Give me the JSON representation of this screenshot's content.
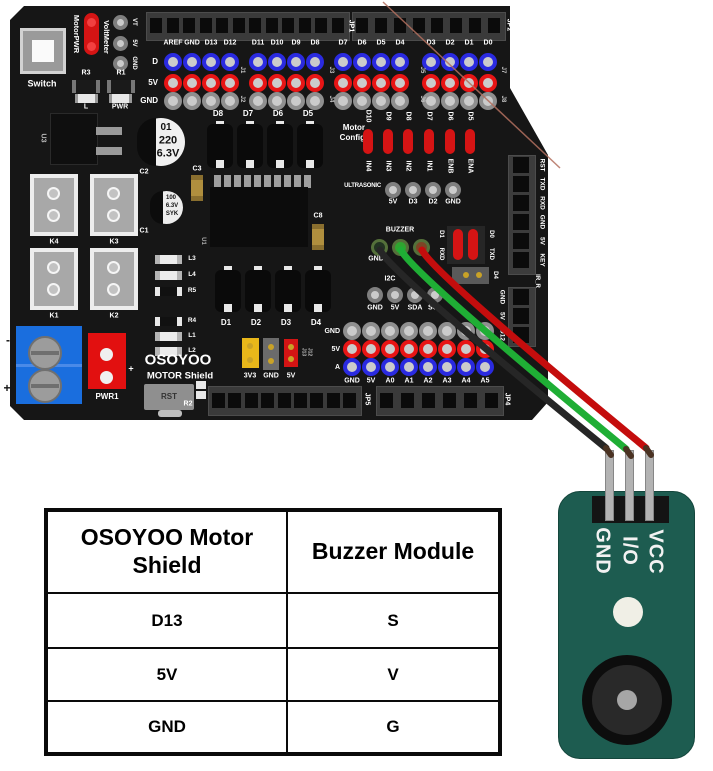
{
  "colors": {
    "board": "#161616",
    "wire_black": "#262626",
    "wire_green": "#1fae35",
    "wire_red": "#c40d0d",
    "pin_blue": "#2a2ae0",
    "pin_red": "#e81515",
    "pin_gray": "#8f8f8f",
    "jumper_red": "#d51414",
    "pcb_green": "#1d5c50",
    "leader_line": "#b3705f"
  },
  "shield": {
    "brand": "OSOYOO",
    "brand_sub": "MOTOR Shield",
    "switch_label": "Switch",
    "motorpwr_label": "MotorPWR",
    "voltmeter_label": "VoltMeter",
    "voltmeter_pins": [
      "VT",
      "5V",
      "GND"
    ],
    "jp1": "JP1",
    "jp2": "JP2",
    "row_labels_top": [
      "D",
      "5V",
      "GND"
    ],
    "digital_pins": [
      "AREF",
      "GND",
      "D13",
      "D12",
      "D11",
      "D10",
      "D9",
      "D8",
      "D7",
      "D6",
      "D5",
      "D4",
      "D3",
      "D2",
      "D1",
      "D0"
    ],
    "j_labels": [
      "J1",
      "J2",
      "J3",
      "J4",
      "J5",
      "J6",
      "J7",
      "J8"
    ],
    "motor_config_label": [
      "Motor",
      "Config"
    ],
    "motor_config_top": [
      "D10",
      "D9",
      "D8",
      "D7",
      "D6",
      "D5"
    ],
    "motor_config_bottom": [
      "IN4",
      "IN3",
      "IN2",
      "IN1",
      "ENB",
      "ENA"
    ],
    "ultrasonic_label": "ULTRASONIC",
    "ultrasonic_pins": [
      "5V",
      "D3",
      "D2",
      "GND"
    ],
    "buzzer_label": "BUZZER",
    "buzzer_pin1_label": "GND",
    "d1_label": "D1",
    "d0_label": "D0",
    "rxd_label": "RXD",
    "txd_label": "TXD",
    "d4_label": "D4",
    "ir_label": "IR_R",
    "i2c_label": "I2C",
    "i2c_pins": [
      "GND",
      "5V",
      "SDA",
      "SCL"
    ],
    "bt_header_pins": [
      "RST",
      "TXD",
      "RXD",
      "GND",
      "5V",
      "KEY"
    ],
    "servo_header_pins": [
      "GND",
      "5V",
      "D12"
    ],
    "row_labels_bottom": [
      "GND",
      "5V",
      "A"
    ],
    "analog_pins": [
      "GND",
      "5V",
      "A0",
      "A1",
      "A2",
      "A3",
      "A4",
      "A5"
    ],
    "jp5": "JP5",
    "jp4": "JP4",
    "power_jumper_labels": [
      "3V3",
      "GND",
      "5V"
    ],
    "j13": "J13",
    "j12": "J12",
    "k_labels": [
      "K4",
      "K3",
      "K1",
      "K2"
    ],
    "transistors_top": [
      "D8",
      "D7",
      "D6",
      "D5"
    ],
    "diodes_bottom": [
      "D1",
      "D2",
      "D3",
      "D4"
    ],
    "led_res_labels": [
      "L3",
      "L4",
      "R5",
      "R4",
      "L1",
      "L2"
    ],
    "r3": "R3",
    "r1": "R1",
    "l_led": "L",
    "pwr_led": "PWR",
    "u3": "U3",
    "u1": "U1",
    "c1": "C1",
    "c2": "C2",
    "c3": "C3",
    "c8": "C8",
    "r2": "R2",
    "cap1_text": [
      "01",
      "220",
      "6.3V"
    ],
    "cap2_text": [
      "100",
      "6.3V",
      "SYK"
    ],
    "rst_label": "RST",
    "pwr1_label": "PWR1",
    "minus_mark": "-",
    "plus_mark": "+",
    "pwr1_plus": "+"
  },
  "module": {
    "pin_labels": [
      "VCC",
      "I/O",
      "GND"
    ]
  },
  "table": {
    "headers": [
      "OSOYOO Motor Shield",
      "Buzzer Module"
    ],
    "rows": [
      [
        "D13",
        "S"
      ],
      [
        "5V",
        "V"
      ],
      [
        "GND",
        "G"
      ]
    ]
  }
}
